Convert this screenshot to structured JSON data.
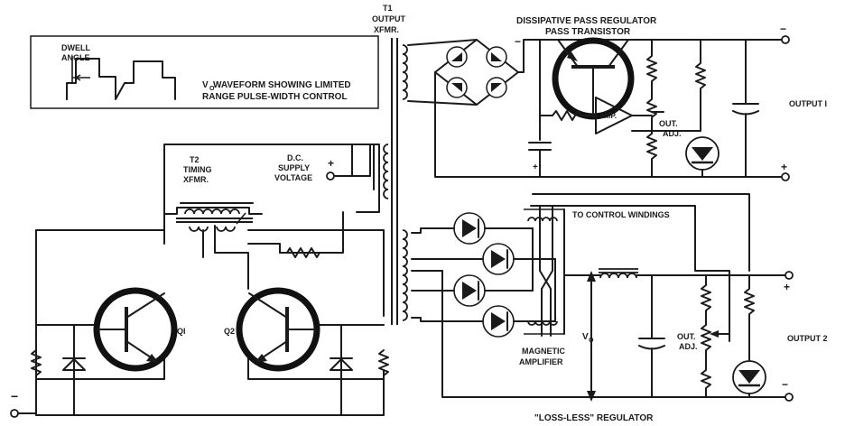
{
  "labels": {
    "dwell_angle_1": "DWELL",
    "dwell_angle_2": "ANGLE",
    "waveform_line1": "V",
    "waveform_sub": "O",
    "waveform_line1_rest": " WAVEFORM SHOWING LIMITED",
    "waveform_line2": "RANGE PULSE-WIDTH CONTROL",
    "t1_1": "T1",
    "t1_2": "OUTPUT",
    "t1_3": "XFMR.",
    "t2_1": "T2",
    "t2_2": "TIMING",
    "t2_3": "XFMR.",
    "dc_1": "D.C.",
    "dc_2": "SUPPLY",
    "dc_3": "VOLTAGE",
    "dissipative": "DISSIPATIVE PASS REGULATOR",
    "pass_transistor": "PASS TRANSISTOR",
    "amp": "AMP.",
    "out_adj1_1": "OUT.",
    "out_adj1_2": "ADJ.",
    "output1": "OUTPUT I",
    "to_control": "TO CONTROL WINDINGS",
    "magnetic_1": "MAGNETIC",
    "magnetic_2": "AMPLIFIER",
    "vo": "V",
    "vo_sub": "O",
    "out_adj2_1": "OUT.",
    "out_adj2_2": "ADJ.",
    "output2": "OUTPUT 2",
    "lossless": "\"LOSS-LESS\" REGULATOR",
    "q1": "QI",
    "q2": "Q2",
    "plus": "+",
    "minus": "−"
  }
}
